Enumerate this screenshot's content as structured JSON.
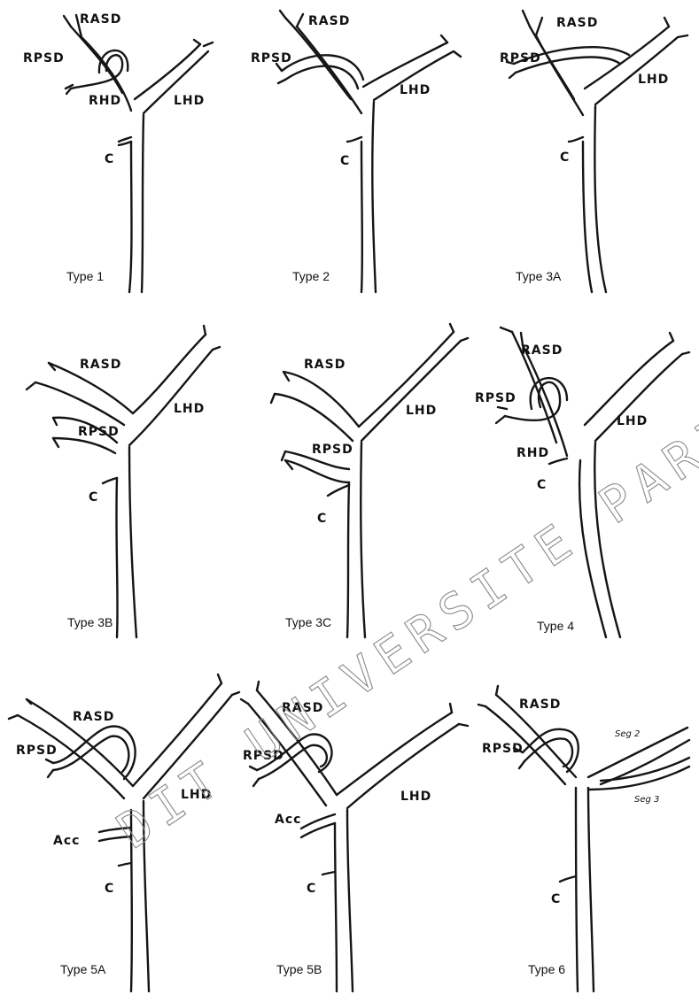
{
  "panels": [
    {
      "caption": "Type 1",
      "labels": {
        "rasd": "RASD",
        "rpsd": "RPSD",
        "rhd": "RHD",
        "lhd": "LHD",
        "c": "C"
      }
    },
    {
      "caption": "Type 2",
      "labels": {
        "rasd": "RASD",
        "rpsd": "RPSD",
        "lhd": "LHD",
        "c": "C"
      }
    },
    {
      "caption": "Type 3A",
      "labels": {
        "rasd": "RASD",
        "rpsd": "RPSD",
        "lhd": "LHD",
        "c": "C"
      }
    },
    {
      "caption": "Type 3B",
      "labels": {
        "rasd": "RASD",
        "rpsd": "RPSD",
        "lhd": "LHD",
        "c": "C"
      }
    },
    {
      "caption": "Type 3C",
      "labels": {
        "rasd": "RASD",
        "rpsd": "RPSD",
        "lhd": "LHD",
        "c": "C"
      }
    },
    {
      "caption": "Type 4",
      "labels": {
        "rasd": "RASD",
        "rpsd": "RPSD",
        "rhd": "RHD",
        "lhd": "LHD",
        "c": "C"
      }
    },
    {
      "caption": "Type 5A",
      "labels": {
        "rasd": "RASD",
        "rpsd": "RPSD",
        "lhd": "LHD",
        "acc": "Acc",
        "c": "C"
      }
    },
    {
      "caption": "Type 5B",
      "labels": {
        "rasd": "RASD",
        "rpsd": "RPSD",
        "lhd": "LHD",
        "acc": "Acc",
        "c": "C"
      }
    },
    {
      "caption": "Type 6",
      "labels": {
        "rasd": "RASD",
        "rpsd": "RPSD",
        "seg2": "Seg 2",
        "seg3": "Seg 3",
        "c": "C"
      }
    }
  ],
  "watermark": "DIT UNIVERSITE PARIS D"
}
